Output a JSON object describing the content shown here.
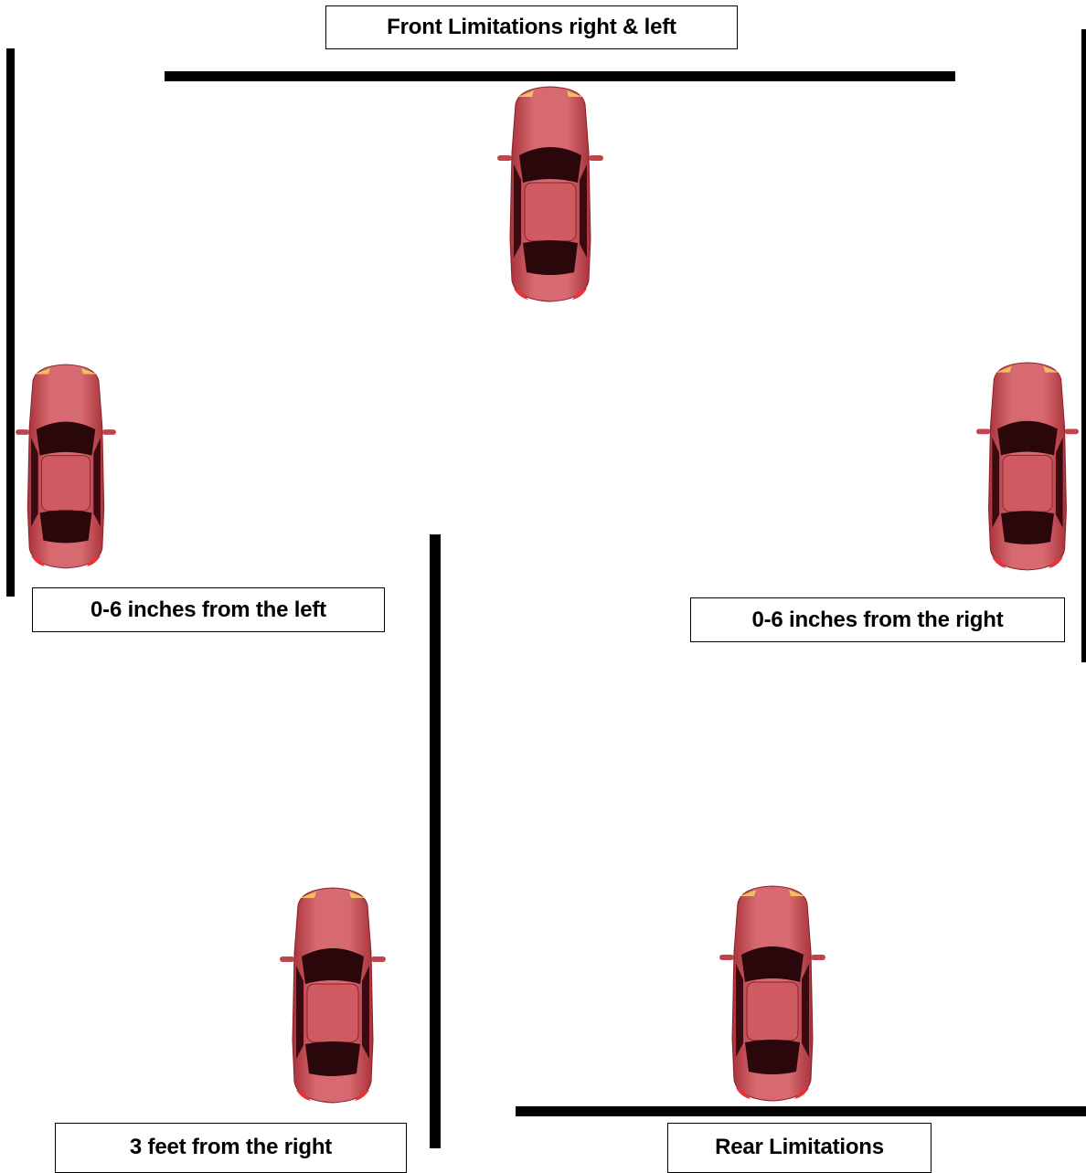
{
  "labels": {
    "front": "Front Limitations right & left",
    "left": "0-6 inches from the left",
    "right": "0-6 inches from the right",
    "three_feet": "3 feet from the right",
    "rear": "Rear Limitations"
  },
  "cars": [
    "front-car",
    "left-car",
    "right-car",
    "three-feet-car",
    "rear-car"
  ],
  "colors": {
    "car_body": "#d0575e",
    "car_dark": "#8a1f28",
    "glass": "#2a070a",
    "tail_light": "#e8323a",
    "head_light": "#f0c060",
    "boundary": "#000000"
  }
}
